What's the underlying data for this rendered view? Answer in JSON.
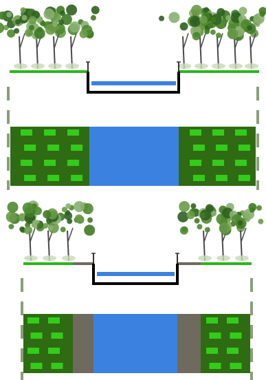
{
  "figure": {
    "panels": [
      {
        "id": "without-buffer",
        "elements": [
          "tree-cluster-left",
          "tree-cluster-right",
          "ground-line",
          "channel-section",
          "water-surface",
          "plan-view",
          "vegetation-strip-left",
          "river-plan",
          "vegetation-strip-right"
        ]
      },
      {
        "id": "with-buffer",
        "elements": [
          "tree-cluster-left",
          "tree-cluster-right",
          "ground-line",
          "buffer-strip",
          "channel-section",
          "water-surface",
          "plan-view",
          "vegetation-strip-left",
          "bank-strip-left",
          "river-plan",
          "bank-strip-right",
          "vegetation-strip-right"
        ]
      }
    ],
    "colors": {
      "vegetation_dark": "#2f6b12",
      "vegetation_light": "#33cc1a",
      "grass_line": "#2db51a",
      "water": "#3b82e0",
      "bank_soil": "#6e6a5e",
      "channel_outline": "#000000",
      "boundary_dash": "#8a9e7a",
      "tree_foliage": "#3f7a25",
      "tree_trunk": "#4a4a4a"
    }
  }
}
